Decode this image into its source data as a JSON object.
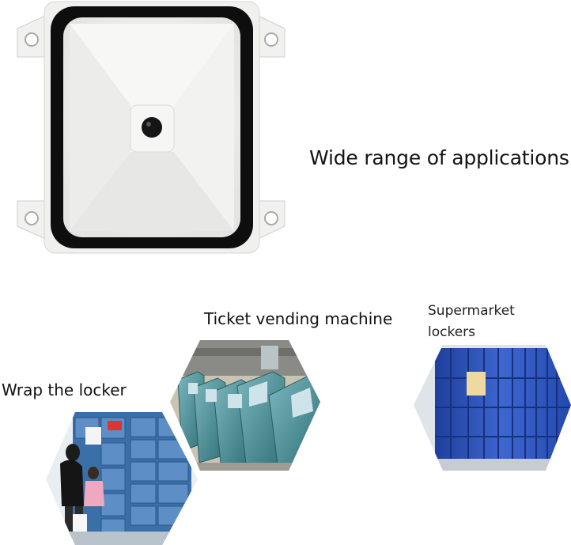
{
  "headline": "Wide range of applications:",
  "applications": [
    {
      "label": "Ticket vending machine"
    },
    {
      "label": "Wrap the locker"
    },
    {
      "label_lines": [
        "Supermarket",
        "lockers"
      ]
    }
  ],
  "colors": {
    "scanner_frame": "#0e0e0e",
    "scanner_body": "#f3f3f2",
    "locker_blue": "#2a50b8",
    "kiosk_teal": "#3f8c94"
  },
  "icons": [
    "barcode-scanner-image",
    "locker-photo",
    "ticket-machine-photo",
    "supermarket-locker-photo"
  ]
}
